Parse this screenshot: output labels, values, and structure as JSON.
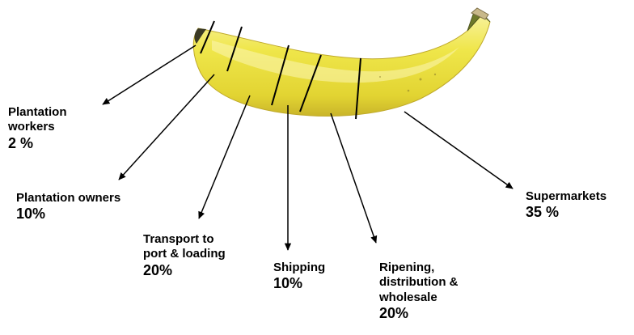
{
  "colors": {
    "banana_main": "#ebe039",
    "banana_light": "#f6ef8c",
    "banana_shade": "#c9b52a",
    "stem": "#6f7a2a",
    "tip": "#3b3a25",
    "line": "#000000"
  },
  "segments": [
    {
      "name": "Plantation workers",
      "value": 2,
      "lines": [
        "Plantation",
        "workers"
      ],
      "percent_text": "2 %"
    },
    {
      "name": "Plantation owners",
      "value": 10,
      "lines": [
        "Plantation owners"
      ],
      "percent_text": "10%"
    },
    {
      "name": "Transport to port & loading",
      "value": 20,
      "lines": [
        "Transport to",
        "port & loading"
      ],
      "percent_text": "20%"
    },
    {
      "name": "Shipping",
      "value": 10,
      "lines": [
        "Shipping"
      ],
      "percent_text": "10%"
    },
    {
      "name": "Ripening, distribution & wholesale",
      "value": 20,
      "lines": [
        "Ripening,",
        "distribution &",
        "wholesale"
      ],
      "percent_text": "20%"
    },
    {
      "name": "Supermarkets",
      "value": 35,
      "lines": [
        "Supermarkets"
      ],
      "percent_text": "35 %"
    }
  ]
}
